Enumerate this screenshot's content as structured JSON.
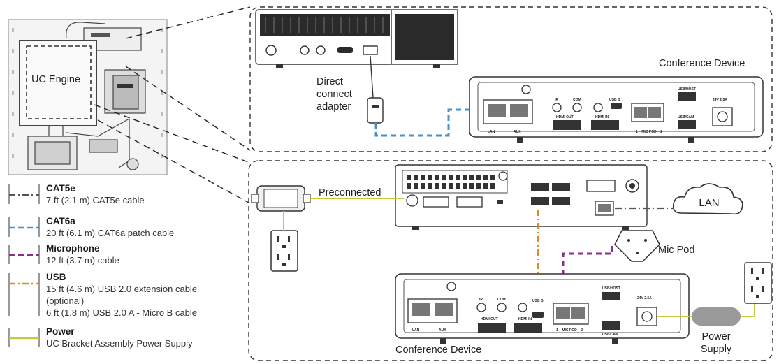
{
  "labels": {
    "uc_engine": "UC Engine",
    "direct_connect_line1": "Direct",
    "direct_connect_line2": "connect",
    "direct_connect_line3": "adapter",
    "conference_device_top": "Conference Device",
    "conference_device_bottom": "Conference Device",
    "preconnected": "Preconnected",
    "lan": "LAN",
    "mic_pod": "Mic Pod",
    "power_supply_line1": "Power",
    "power_supply_line2": "Supply"
  },
  "port_labels": {
    "lan": "LAN",
    "aux": "AUX",
    "hdmi_out": "HDMI OUT",
    "hdmi_in": "HDMI IN",
    "mic_pod": "1 – MIC POD – 2",
    "usb_host": "USB/HOST",
    "usb_cam": "USB/CAM",
    "usb_b": "USB B",
    "ir": "IR",
    "com": "COM",
    "power": "24V 2.5A"
  },
  "legend": [
    {
      "name": "CAT5e",
      "color": "#555555",
      "style": "dash-dot",
      "desc": [
        "7 ft (2.1 m) CAT5e cable"
      ]
    },
    {
      "name": "CAT6a",
      "color": "#4a90c8",
      "style": "dashed",
      "desc": [
        "20 ft (6.1 m) CAT6a patch cable"
      ]
    },
    {
      "name": "Microphone",
      "color": "#8b2c8f",
      "style": "dashed",
      "desc": [
        "12 ft (3.7 m) cable"
      ]
    },
    {
      "name": "USB",
      "color": "#e08a2c",
      "style": "dash-dot",
      "desc": [
        "15 ft (4.6 m) USB 2.0 extension cable",
        "(optional)",
        "6 ft (1.8 m) USB 2.0 A - Micro B cable"
      ]
    },
    {
      "name": "Power",
      "color": "#c9c83a",
      "style": "solid",
      "desc": [
        "UC Bracket Assembly Power Supply"
      ]
    }
  ],
  "colors": {
    "cat5e": "#555555",
    "cat6a": "#4a90c8",
    "microphone": "#8b2c8f",
    "usb": "#e08a2c",
    "power": "#c9c83a"
  }
}
